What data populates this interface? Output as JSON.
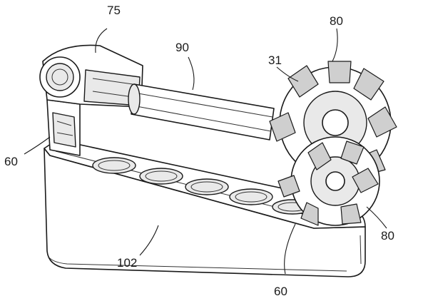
{
  "figure": {
    "labels": {
      "l75": "75",
      "l90": "90",
      "l80_top": "80",
      "l31": "31",
      "l60_left": "60",
      "l80_bottom": "80",
      "l102": "102",
      "l60_bottom": "60"
    }
  }
}
